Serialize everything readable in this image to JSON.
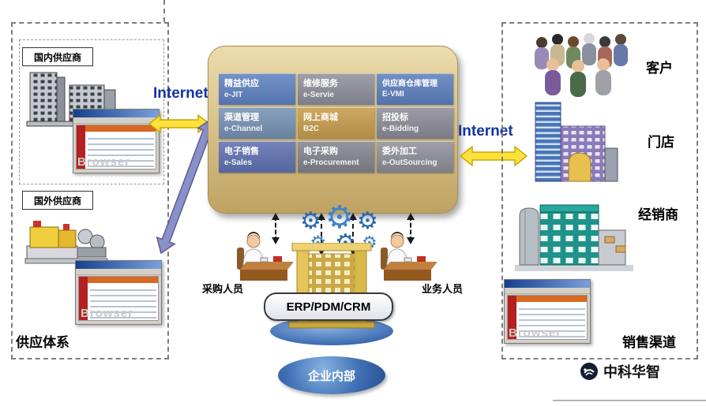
{
  "supply_region": {
    "title": "供应体系",
    "domestic": {
      "label": "国内供应商",
      "watermark": "Browser"
    },
    "foreign": {
      "label": "国外供应商",
      "watermark": "Browser"
    }
  },
  "sales_region": {
    "title": "销售渠道",
    "customers_label": "客户",
    "stores_label": "门店",
    "distributors_label": "经销商",
    "watermark": "Browser"
  },
  "connections": {
    "internet_left": "Internet",
    "internet_right": "Internet"
  },
  "platform": {
    "modules": [
      {
        "title": "精益供应",
        "subtitle": "e-JIT",
        "color": "#7693c8",
        "color2": "#5574ae"
      },
      {
        "title": "维修服务",
        "subtitle": "e-Servie",
        "color": "#a0a0aa",
        "color2": "#7e7e8a"
      },
      {
        "title": "供应商仓库管理",
        "subtitle": "E-VMI",
        "color": "#7491c6",
        "color2": "#5372ac"
      },
      {
        "title": "渠道管理",
        "subtitle": "e-Channel",
        "color": "#8aa2c0",
        "color2": "#68819f"
      },
      {
        "title": "网上商城",
        "subtitle": "B2C",
        "color": "#cfa963",
        "color2": "#b28b45"
      },
      {
        "title": "招投标",
        "subtitle": "e-Bidding",
        "color": "#9d9da7",
        "color2": "#7b7b87"
      },
      {
        "title": "电子销售",
        "subtitle": "e-Sales",
        "color": "#7584ba",
        "color2": "#55659e"
      },
      {
        "title": "电子采购",
        "subtitle": "e-Procurement",
        "color": "#96969f",
        "color2": "#74747f"
      },
      {
        "title": "委外加工",
        "subtitle": "e-OutSourcing",
        "color": "#a0a0a8",
        "color2": "#7e7e88"
      }
    ]
  },
  "internal": {
    "procurement_staff": "采购人员",
    "business_staff": "业务人员",
    "erp": "ERP/PDM/CRM",
    "label": "企业内部"
  },
  "footer": {
    "brand": "中科华智"
  },
  "colors": {
    "internet_text": "#14339e",
    "arrow_yellow": "#ffe13d",
    "arrow_purple": "#8a90c8",
    "platform_bg": "#d9c48c",
    "internal_ellipse": "#3f6fb5"
  }
}
